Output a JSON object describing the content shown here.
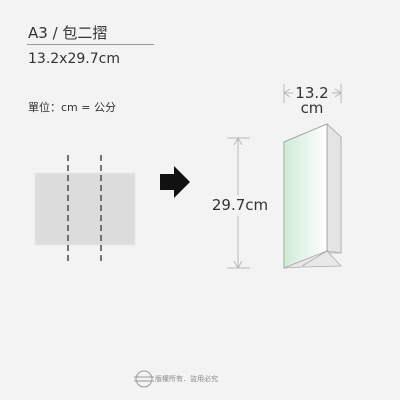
{
  "header": {
    "title": "A3 / 包二摺",
    "size": "13.2x29.7cm"
  },
  "unit_note": "單位：cm = 公分",
  "diagram": {
    "width_dim": {
      "value": "13.2",
      "unit": "cm"
    },
    "height_dim": "29.7cm",
    "colors": {
      "flat_sheet": "#dcdcdc",
      "fold_line": "#555555",
      "arrow": "#111111",
      "folded_panel_gradient": [
        "#cfead6",
        "#ffffff"
      ],
      "dimension_line": "#b8b8b8"
    },
    "icons": [
      "dashed-fold-line",
      "right-arrow-icon"
    ]
  },
  "footer": {
    "logo": "logo-icon",
    "copyright": "版權所有．盜用必究"
  }
}
